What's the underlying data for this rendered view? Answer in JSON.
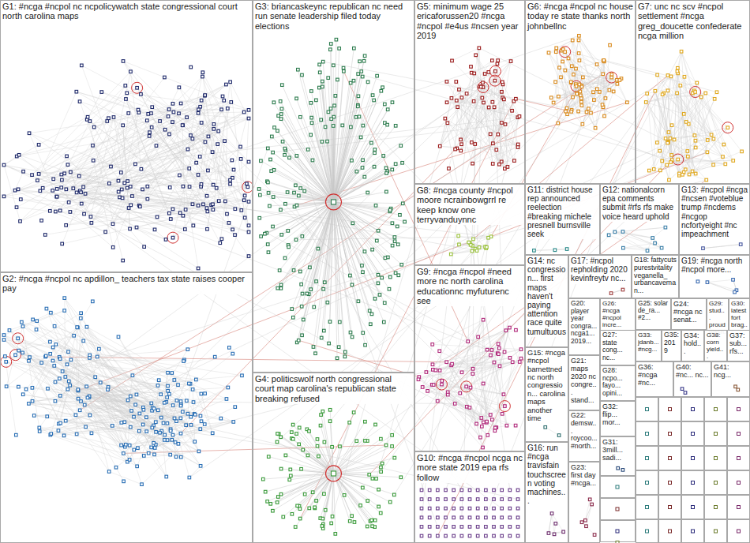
{
  "diagram": {
    "nodes": [
      {
        "text": [
          "G1: #ncga #ncpol nc ncpolicywatch state congressional court north carolina maps"
        ]
      },
      {
        "text": [
          "G2: #ncga #ncpol nc apdillon_ teachers tax state raises cooper pay"
        ]
      },
      {
        "text": [
          "G3: briancaskeync republican nc need run senate leadership filed today elections"
        ]
      },
      {
        "text": [
          "G4: politicswolf north congressional court map carolina's republican state breaking refused"
        ]
      },
      {
        "text": [
          "G5: minimum wage 25 ericaforussen20 #ncga #ncpol #e4us #ncsen year 2019"
        ]
      },
      {
        "text": [
          "G6: #ncga #ncpol nc house today re state thanks north johnbellnc"
        ]
      },
      {
        "text": [
          "G7: unc nc scv #ncpol settlement #ncga greg_doucette confederate ncga million"
        ]
      },
      {
        "text": [
          "G8: #ncga county #ncpol moore ncrainbowgrrl re keep know one terryvanduynnc"
        ]
      },
      {
        "text": [
          "G9: #ncga #ncpol #need more nc north carolina educationnc myfuturenc see"
        ]
      },
      {
        "text": [
          "G10: #ncga #ncpol ncga nc more state 2019 epa rfs follow"
        ]
      },
      {
        "text": [
          "G11: district house rep announced reelection #breaking michele presnell burnsville seek"
        ]
      },
      {
        "text": [
          "G12: nationalcorn epa comments submit #rfs rfs make voice heard uphold"
        ]
      },
      {
        "text": [
          "G13: #ncpol #ncga #ncsen #voteblue trump #ncdems #ncgop ncfortyeight #nc impeachment"
        ]
      },
      {
        "text": [
          "G14: nc congression... first maps haven't paying attention race quite tumultuous"
        ]
      },
      {
        "text": [
          "G15: #ncga #ncpol barnettned nc north congression... carolina maps another time"
        ]
      },
      {
        "text": [
          "G16: run #ncga travisfain touchscreen voting machines..."
        ]
      },
      {
        "text": [
          "G17: #ncpol repholding 2020 kevinfreytv nc..."
        ]
      },
      {
        "text": [
          "G18: fattycuts purestvitality veganella_ urbancaveman..."
        ]
      },
      {
        "text": [
          "G19: #ncga north #ncpol more..."
        ]
      },
      {
        "text": [
          "G20: player year congra... ncga1... 2019..."
        ]
      },
      {
        "text": [
          "G21: maps 2020 nc congre... stand..."
        ]
      },
      {
        "text": [
          "G22: demsw... roycoo... #north..."
        ]
      },
      {
        "text": [
          "G23: first day #ncga..."
        ]
      },
      {
        "text": [
          "G26: #ncga #ncpol incre... #2..."
        ]
      },
      {
        "text": [
          "G25: solar de_ra... #2..."
        ]
      },
      {
        "text": [
          "G24: #ncga nc senat..."
        ]
      },
      {
        "text": [
          "G29: stud... proud wash..."
        ]
      },
      {
        "text": [
          "G30: latest fort brag..."
        ]
      },
      {
        "text": [
          "G27: state cong... nc..."
        ]
      },
      {
        "text": [
          "G28: ncpo... fayo... opini..."
        ]
      },
      {
        "text": [
          "G32: flip... mor..."
        ]
      },
      {
        "text": [
          "G31: 3mill... sadi..."
        ]
      },
      {
        "text": [
          "G33: jdanb... #ncg..."
        ]
      },
      {
        "text": [
          "G35: 2019"
        ]
      },
      {
        "text": [
          "G34: hold..."
        ]
      },
      {
        "text": [
          "G38: corn yield..."
        ]
      },
      {
        "text": [
          "G37: sub... rfs..."
        ]
      },
      {
        "text": [
          "G36: #ncga #nc..."
        ]
      },
      {
        "text": [
          "G40: #nc... nc..."
        ]
      },
      {
        "text": [
          "G41: ncg..."
        ]
      }
    ]
  }
}
